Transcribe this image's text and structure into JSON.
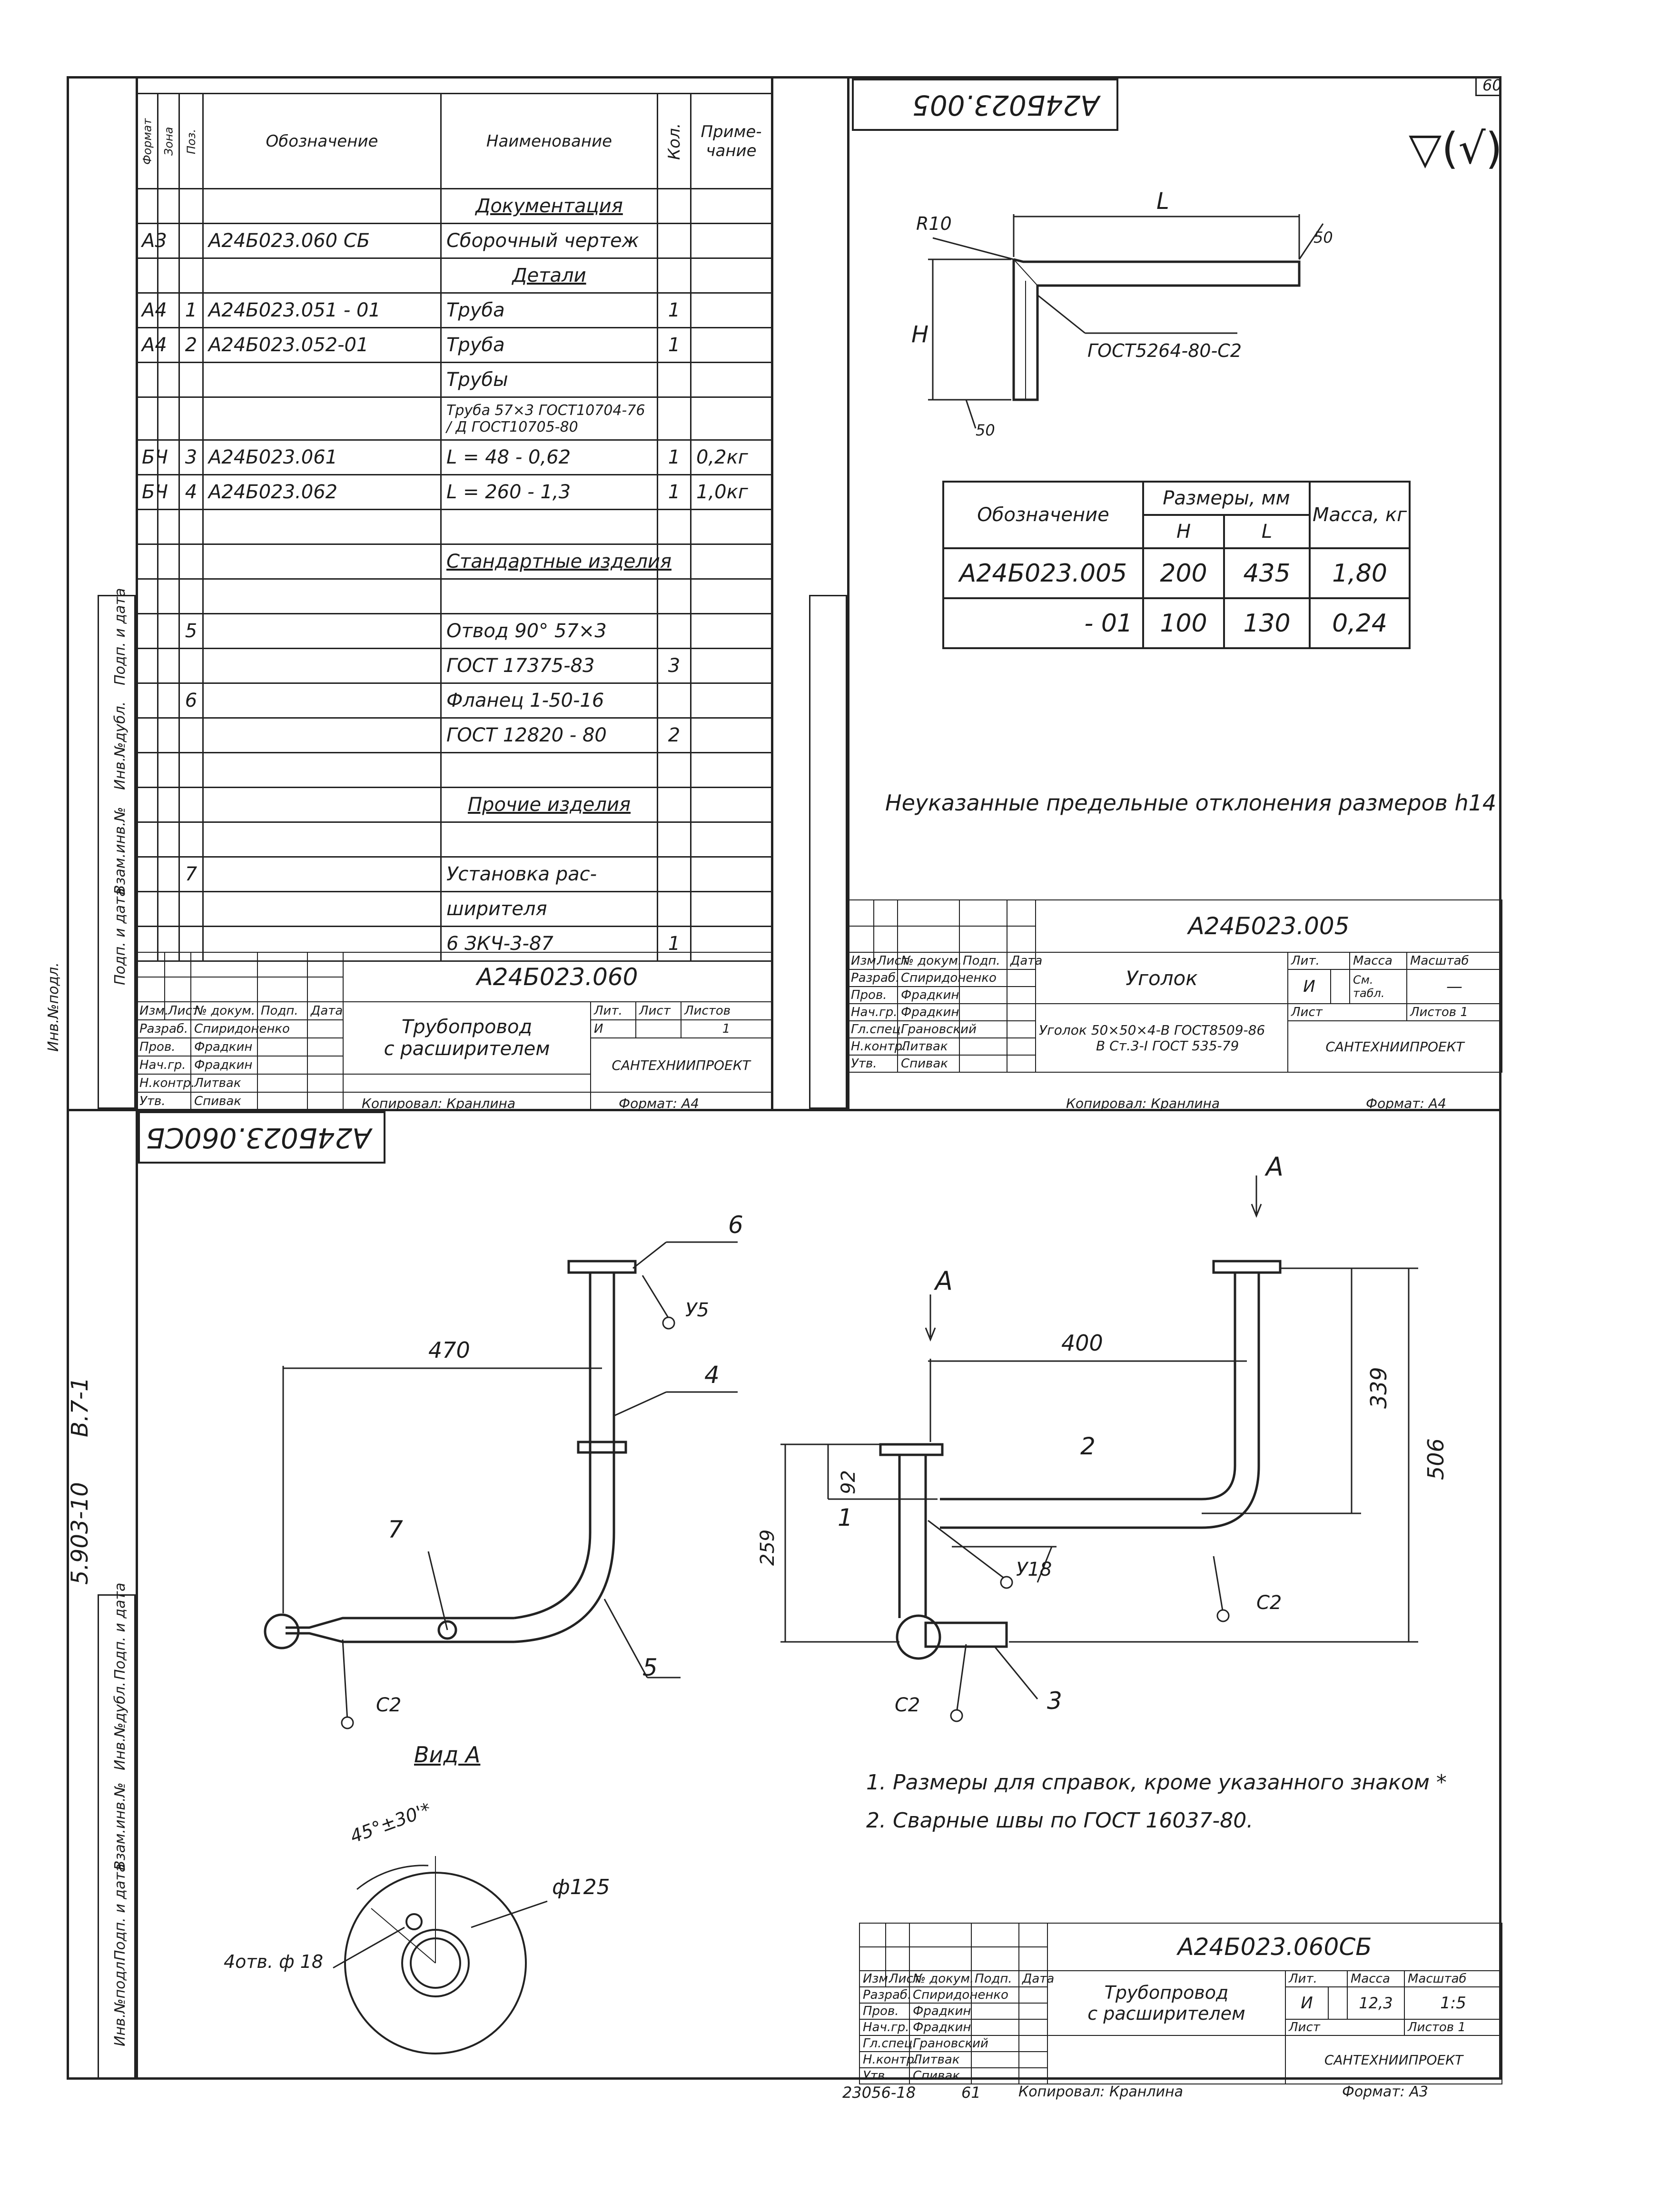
{
  "sheet": {
    "page_number": "60",
    "side_code_1": "5.903-10",
    "side_code_2": "В.7-1",
    "bottom_code": "23056-18",
    "bottom_page": "61"
  },
  "side_labels": [
    "Инв.№подл.",
    "Подп. и дата",
    "Взам.инв.№",
    "Инв.№дубл.",
    "Подп. и дата"
  ],
  "spec": {
    "headers": [
      "Формат",
      "Зона",
      "Поз.",
      "Обозначение",
      "Наименование",
      "Кол.",
      "Приме-чание"
    ],
    "rows": [
      {
        "fmt": "",
        "zone": "",
        "pos": "",
        "des": "",
        "name": "Документация",
        "qty": "",
        "note": ""
      },
      {
        "fmt": "А3",
        "zone": "",
        "pos": "",
        "des": "А24Б023.060 СБ",
        "name": "Сборочный чертеж",
        "qty": "",
        "note": ""
      },
      {
        "fmt": "",
        "zone": "",
        "pos": "",
        "des": "",
        "name": "Детали",
        "qty": "",
        "note": ""
      },
      {
        "fmt": "А4",
        "zone": "",
        "pos": "1",
        "des": "А24Б023.051 - 01",
        "name": "Труба",
        "qty": "1",
        "note": ""
      },
      {
        "fmt": "А4",
        "zone": "",
        "pos": "2",
        "des": "А24Б023.052-01",
        "name": "Труба",
        "qty": "1",
        "note": ""
      },
      {
        "fmt": "",
        "zone": "",
        "pos": "",
        "des": "",
        "name": "Трубы",
        "qty": "",
        "note": ""
      },
      {
        "fmt": "",
        "zone": "",
        "pos": "",
        "des": "",
        "name": "Труба 57×3 ГОСТ10704-76 / Д ГОСТ10705-80",
        "qty": "",
        "note": ""
      },
      {
        "fmt": "БЧ",
        "zone": "",
        "pos": "3",
        "des": "А24Б023.061",
        "name": "L = 48 - 0,62",
        "qty": "1",
        "note": "0,2кг"
      },
      {
        "fmt": "БЧ",
        "zone": "",
        "pos": "4",
        "des": "А24Б023.062",
        "name": "L = 260 - 1,3",
        "qty": "1",
        "note": "1,0кг"
      },
      {
        "fmt": "",
        "zone": "",
        "pos": "",
        "des": "",
        "name": "",
        "qty": "",
        "note": ""
      },
      {
        "fmt": "",
        "zone": "",
        "pos": "",
        "des": "",
        "name": "Стандартные изделия",
        "qty": "",
        "note": ""
      },
      {
        "fmt": "",
        "zone": "",
        "pos": "",
        "des": "",
        "name": "",
        "qty": "",
        "note": ""
      },
      {
        "fmt": "",
        "zone": "",
        "pos": "5",
        "des": "",
        "name": "Отвод 90° 57×3",
        "qty": "",
        "note": ""
      },
      {
        "fmt": "",
        "zone": "",
        "pos": "",
        "des": "",
        "name": "ГОСТ 17375-83",
        "qty": "3",
        "note": ""
      },
      {
        "fmt": "",
        "zone": "",
        "pos": "6",
        "des": "",
        "name": "Фланец 1-50-16",
        "qty": "",
        "note": ""
      },
      {
        "fmt": "",
        "zone": "",
        "pos": "",
        "des": "",
        "name": "ГОСТ 12820 - 80",
        "qty": "2",
        "note": ""
      },
      {
        "fmt": "",
        "zone": "",
        "pos": "",
        "des": "",
        "name": "",
        "qty": "",
        "note": ""
      },
      {
        "fmt": "",
        "zone": "",
        "pos": "",
        "des": "",
        "name": "Прочие изделия",
        "qty": "",
        "note": ""
      },
      {
        "fmt": "",
        "zone": "",
        "pos": "",
        "des": "",
        "name": "",
        "qty": "",
        "note": ""
      },
      {
        "fmt": "",
        "zone": "",
        "pos": "7",
        "des": "",
        "name": "Установка рас-",
        "qty": "",
        "note": ""
      },
      {
        "fmt": "",
        "zone": "",
        "pos": "",
        "des": "",
        "name": "ширителя",
        "qty": "",
        "note": ""
      },
      {
        "fmt": "",
        "zone": "",
        "pos": "",
        "des": "",
        "name": "6 ЗКЧ-3-87",
        "qty": "1",
        "note": ""
      }
    ]
  },
  "tb_common": {
    "izm": "Изм.",
    "list": "Лист",
    "ndok": "№ докум.",
    "podp": "Подп.",
    "data": "Дата",
    "razrab": "Разраб.",
    "prov": "Пров.",
    "nach": "Нач.гр.",
    "glspec": "Гл.спец.",
    "nkontr": "Н.контр.",
    "utv": "Утв.",
    "p_razrab": "Спиридоненко",
    "p_prov": "Фрадкин",
    "p_nach": "Фрадкин",
    "p_glspec": "Грановский",
    "p_nkontr": "Литвак",
    "p_utv": "Спивак",
    "lit": "Лит.",
    "massa": "Масса",
    "masshtab": "Масштаб",
    "listov": "Листов",
    "org": "САНТЕХНИИПРОЕКТ",
    "copied": "Копировал: Кранлина"
  },
  "spec_tb": {
    "code": "А24Б023.060",
    "title_1": "Трубопровод",
    "title_2": "с расширителем",
    "lit_val": "И",
    "list_val": "",
    "listov_val": "1",
    "format": "Формат: А4"
  },
  "corner": {
    "top_right": "А24Б023.005",
    "bottom_left": "А24Б023.060СБ"
  },
  "angle": {
    "dim_L": "L",
    "dim_H": "H",
    "radius": "R10",
    "weld": "ГОСТ5264-80-С2",
    "weld_size": "50",
    "weld_size_2": "50",
    "roughness": "▽(√)",
    "note": "Неуказанные предельные отклонения размеров h14",
    "table": {
      "h_des": "Обозначение",
      "h_dims": "Размеры, мм",
      "h_mass": "Масса, кг",
      "h_H": "H",
      "h_L": "L",
      "rows": [
        {
          "des": "А24Б023.005",
          "H": "200",
          "L": "435",
          "m": "1,80"
        },
        {
          "des": "- 01",
          "H": "100",
          "L": "130",
          "m": "0,24"
        }
      ]
    },
    "tb": {
      "code": "А24Б023.005",
      "title": "Уголок",
      "material_1": "Уголок 50×50×4-В ГОСТ8509-86",
      "material_2": "В Ст.3-I ГОСТ 535-79",
      "lit_val": "И",
      "mass_val": "См. табл.",
      "scale_val": "—",
      "listov_val": "1",
      "format": "Формат: А4"
    }
  },
  "assembly": {
    "dim_470": "470",
    "dim_400": "400",
    "dim_339": "339",
    "dim_506": "506",
    "dim_92": "92",
    "dim_259": "259",
    "pos": [
      "1",
      "2",
      "3",
      "4",
      "5",
      "6",
      "7"
    ],
    "weld_c2": "С2",
    "weld_u5": "У5",
    "weld_u18": "У18",
    "view_a": "А",
    "view_title": "Вид А",
    "phi125": "ф125",
    "holes": "4отв. ф 18",
    "angle_note": "45°±30'*",
    "notes": [
      "1. Размеры для справок, кроме указанного знаком *",
      "2. Сварные швы по ГОСТ 16037-80."
    ],
    "tb": {
      "code": "А24Б023.060СБ",
      "title_1": "Трубопровод",
      "title_2": "с расширителем",
      "lit_val": "И",
      "mass_val": "12,3",
      "scale_val": "1:5",
      "listov_val": "1",
      "format": "Формат: А3"
    }
  }
}
